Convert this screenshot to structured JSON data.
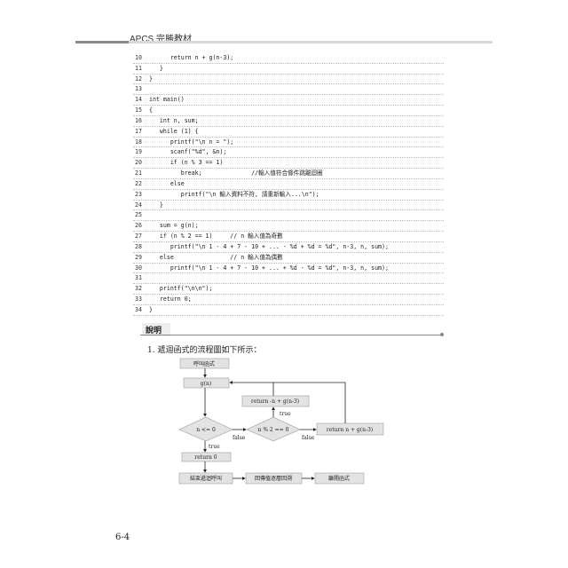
{
  "header": {
    "title": "APCS 完勝教材"
  },
  "code": [
    {
      "n": "10",
      "t": "      return n + g(n-3);"
    },
    {
      "n": "11",
      "t": "   }"
    },
    {
      "n": "12",
      "t": "}"
    },
    {
      "n": "13",
      "t": ""
    },
    {
      "n": "14",
      "t": "int main()"
    },
    {
      "n": "15",
      "t": "{"
    },
    {
      "n": "16",
      "t": "   int n, sum;"
    },
    {
      "n": "17",
      "t": "   while (1) {"
    },
    {
      "n": "18",
      "t": "      printf(\"\\n n = \");"
    },
    {
      "n": "19",
      "t": "      scanf(\"%d\", &n);"
    },
    {
      "n": "20",
      "t": "      if (n % 3 == 1)"
    },
    {
      "n": "21",
      "t": "         break;              //輸入值符合條件跳離迴圈"
    },
    {
      "n": "22",
      "t": "      else"
    },
    {
      "n": "23",
      "t": "         printf(\"\\n 輸入資料不符, 請重新輸入...\\n\");"
    },
    {
      "n": "24",
      "t": "   }"
    },
    {
      "n": "25",
      "t": ""
    },
    {
      "n": "26",
      "t": "   sum = g(n);"
    },
    {
      "n": "27",
      "t": "   if (n % 2 == 1)     // n 輸入值為奇數"
    },
    {
      "n": "28",
      "t": "      printf(\"\\n 1 - 4 + 7 - 10 + ... - %d + %d = %d\", n-3, n, sum);"
    },
    {
      "n": "29",
      "t": "   else                // n 輸入值為偶數"
    },
    {
      "n": "30",
      "t": "      printf(\"\\n 1 - 4 + 7 - 10 + ... + %d - %d = %d\", n-3, n, sum);"
    },
    {
      "n": "31",
      "t": ""
    },
    {
      "n": "32",
      "t": "   printf(\"\\n\\n\");"
    },
    {
      "n": "33",
      "t": "   return 0;"
    },
    {
      "n": "34",
      "t": "}"
    }
  ],
  "section": {
    "title": "說明",
    "item": "1.  遞迴函式的流程圖如下所示："
  },
  "flow": {
    "call": "呼叫函式",
    "gn": "g(n)",
    "ret_neg": "return -n + g(n-3)",
    "d1": "n <= 0",
    "d2": "n % 2 == 0",
    "ret_pos": "return n + g(n-3)",
    "ret0": "return 0",
    "end": "結束遞迴呼叫",
    "back": "回傳值逐層回溯",
    "leave": "離開函式",
    "true1": "true",
    "true2": "true",
    "false1": "false",
    "false2": "false"
  },
  "page_number": "6-4",
  "colors": {
    "box": "#e3e3e3",
    "box_border": "#aaa"
  }
}
